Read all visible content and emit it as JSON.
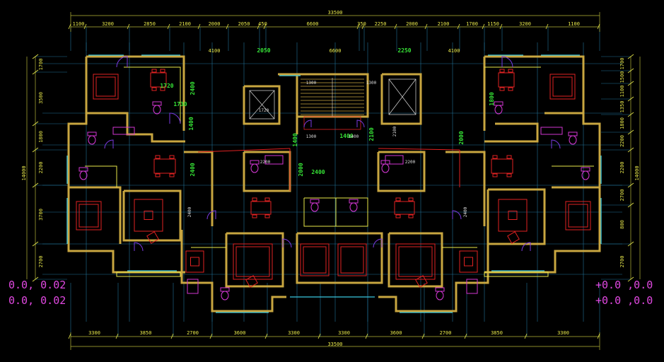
{
  "drawing": {
    "overall_width": "33500",
    "top_dims": [
      "1100",
      "3200",
      "2850",
      "2100",
      "2000",
      "2050",
      "450",
      "6600",
      "350",
      "2250",
      "2000",
      "2100",
      "1700",
      "1150",
      "3200",
      "1100"
    ],
    "bottom_dims": [
      "3300",
      "3850",
      "2700",
      "3600",
      "3300",
      "3300",
      "3600",
      "2700",
      "3850",
      "3300"
    ],
    "inner_top_labels": [
      "4100",
      "2050",
      "6600",
      "2250",
      "4100"
    ],
    "left_dims": [
      "1700",
      "3500",
      "1800",
      "2200",
      "3700",
      "2700"
    ],
    "right_dims": [
      "1700",
      "1500",
      "1100",
      "1350",
      "1800",
      "2200",
      "2200",
      "2700",
      "800",
      "2700"
    ],
    "overall_height": "14000",
    "green_labels": [
      "2400",
      "1730",
      "1400",
      "2400",
      "2000",
      "2400",
      "2000",
      "1720",
      "1800",
      "1400",
      "2100",
      "1400"
    ],
    "inner_white_labels": [
      "1300",
      "1300",
      "1720",
      "2100",
      "1300",
      "1400",
      "2200",
      "2400",
      "2200",
      "2400"
    ],
    "elevations_left": [
      "0.0, 0.02",
      "0.0, 0.02"
    ],
    "elevations_right": [
      "+0.0 ,0.0",
      "+0.0 ,0.0"
    ],
    "colors": {
      "background": "#000000",
      "wall": "#c8a640",
      "dimension": "#e8e84a",
      "grid": "#2e9acb",
      "furniture": "#e02222",
      "fixture": "#d236d2",
      "window": "#3ac8e0",
      "label_green": "#36e336",
      "door": "#7a3ae0"
    }
  }
}
